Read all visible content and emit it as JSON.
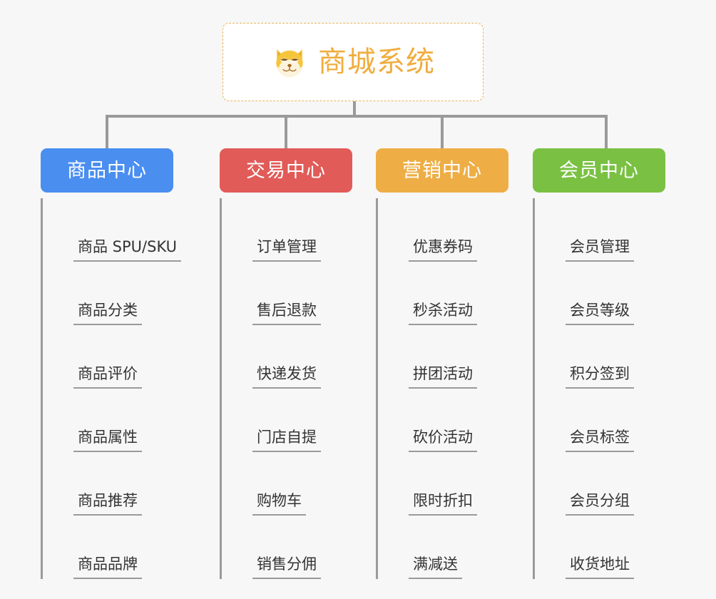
{
  "diagram": {
    "type": "mind-map",
    "background_color": "#f7f7f7",
    "connector_color": "#9a9a9a"
  },
  "root": {
    "title": "商城系统",
    "icon": "shiba-dog-face-emoji",
    "text_color": "#f0ad3e",
    "border_color": "#e8b455",
    "background_color": "#ffffff"
  },
  "columns": [
    {
      "header": "商品中心",
      "color": "#4a8ef0",
      "items": [
        "商品 SPU/SKU",
        "商品分类",
        "商品评价",
        "商品属性",
        "商品推荐",
        "商品品牌"
      ]
    },
    {
      "header": "交易中心",
      "color": "#e15b58",
      "items": [
        "订单管理",
        "售后退款",
        "快递发货",
        "门店自提",
        "购物车",
        "销售分佣"
      ]
    },
    {
      "header": "营销中心",
      "color": "#eeae45",
      "items": [
        "优惠券码",
        "秒杀活动",
        "拼团活动",
        "砍价活动",
        "限时折扣",
        "满减送"
      ]
    },
    {
      "header": "会员中心",
      "color": "#7ac143",
      "items": [
        "会员管理",
        "会员等级",
        "积分签到",
        "会员标签",
        "会员分组",
        "收货地址"
      ]
    }
  ]
}
